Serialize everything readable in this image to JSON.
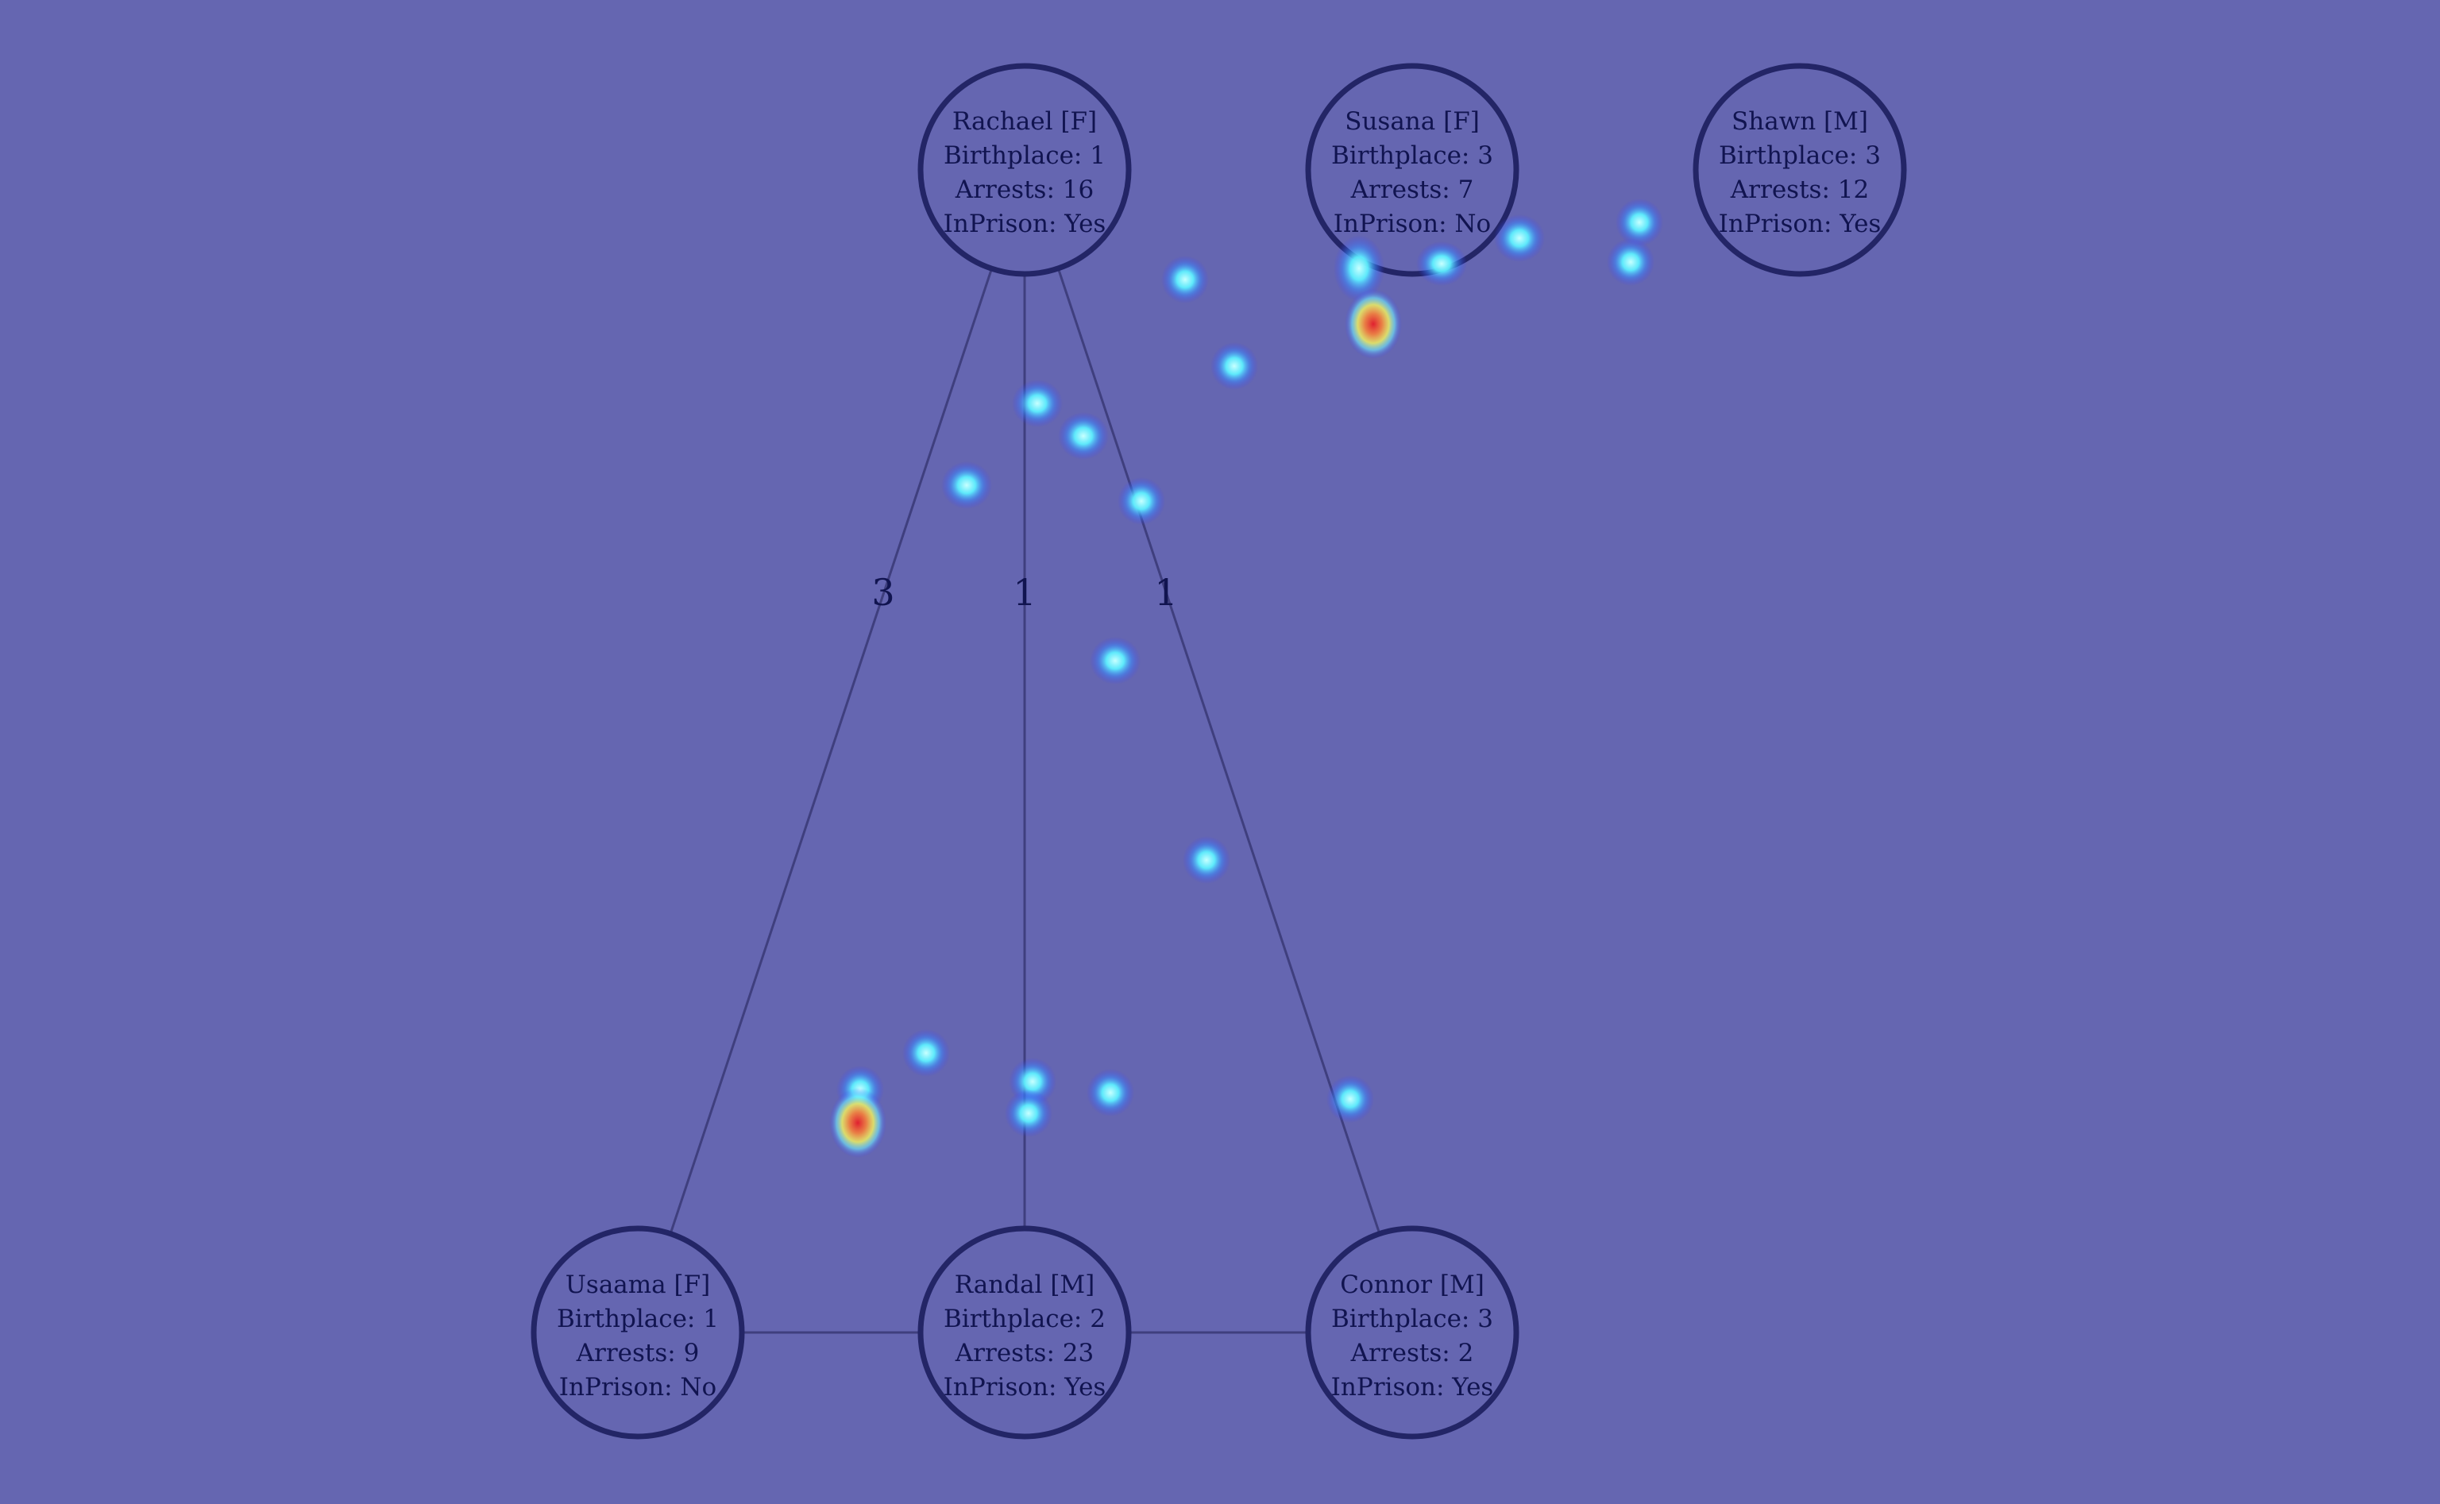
{
  "colors": {
    "background": "#6566b1",
    "node_stroke": "#232566",
    "edge": "#3f3f7e",
    "text": "#111450"
  },
  "nodes": {
    "rachael": {
      "name": "Rachael [F]",
      "birthplace": "Birthplace: 1",
      "arrests": "Arrests: 16",
      "inprison": "InPrison: Yes"
    },
    "susana": {
      "name": "Susana [F]",
      "birthplace": "Birthplace: 3",
      "arrests": "Arrests: 7",
      "inprison": "InPrison: No"
    },
    "shawn": {
      "name": "Shawn [M]",
      "birthplace": "Birthplace: 3",
      "arrests": "Arrests: 12",
      "inprison": "InPrison: Yes"
    },
    "usaama": {
      "name": "Usaama [F]",
      "birthplace": "Birthplace: 1",
      "arrests": "Arrests: 9",
      "inprison": "InPrison: No"
    },
    "randal": {
      "name": "Randal [M]",
      "birthplace": "Birthplace: 2",
      "arrests": "Arrests: 23",
      "inprison": "InPrison: Yes"
    },
    "connor": {
      "name": "Connor [M]",
      "birthplace": "Birthplace: 3",
      "arrests": "Arrests: 2",
      "inprison": "InPrison: Yes"
    }
  },
  "edges": [
    {
      "from": "rachael",
      "to": "usaama",
      "label": "3"
    },
    {
      "from": "rachael",
      "to": "randal",
      "label": "1"
    },
    {
      "from": "rachael",
      "to": "connor",
      "label": "1"
    },
    {
      "from": "usaama",
      "to": "randal",
      "label": ""
    },
    {
      "from": "randal",
      "to": "connor",
      "label": ""
    }
  ]
}
